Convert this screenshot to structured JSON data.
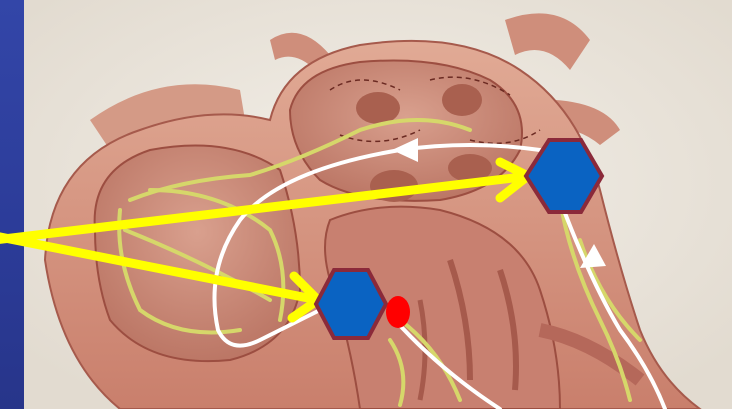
{
  "slide": {
    "background_color": "#2e3f9a",
    "paper_color": "#ece7df"
  },
  "illustration": {
    "subject": "heart-cross-section",
    "tissue_color": "#d79a86",
    "tissue_dark_color": "#a65a4c",
    "chamber_color": "#c58677",
    "conduction_fiber_color": "#d9d86a"
  },
  "annotations": {
    "pointer_color": "#ffff00",
    "flow_arrow_color": "#ffffff",
    "node_marker_fill": "#0a63c2",
    "node_marker_stroke": "#8b2a3a",
    "node_markers": [
      {
        "name": "sa-node-marker"
      },
      {
        "name": "av-node-marker"
      }
    ],
    "small_dot_color": "#ff0000"
  }
}
